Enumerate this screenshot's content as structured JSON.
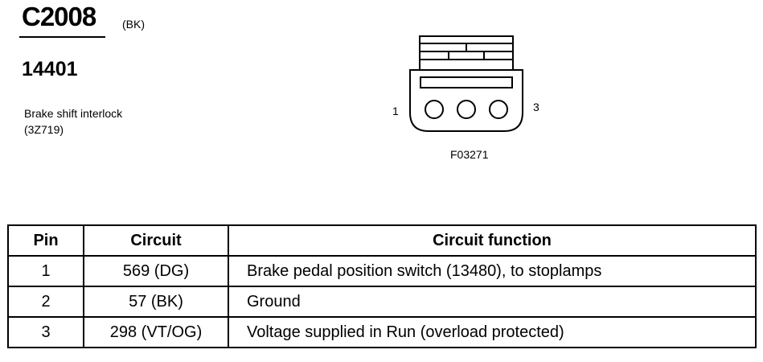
{
  "connector": {
    "id": "C2008",
    "color_code": "(BK)",
    "part_number": "14401",
    "description_line1": "Brake shift interlock",
    "description_line2": "(3Z719)"
  },
  "diagram": {
    "pin_first_label": "1",
    "pin_last_label": "3",
    "figure_id": "F03271"
  },
  "table": {
    "headers": [
      "Pin",
      "Circuit",
      "Circuit function"
    ],
    "rows": [
      [
        "1",
        "569 (DG)",
        "Brake pedal position switch (13480), to stoplamps"
      ],
      [
        "2",
        "57 (BK)",
        "Ground"
      ],
      [
        "3",
        "298 (VT/OG)",
        "Voltage supplied in Run (overload protected)"
      ]
    ]
  }
}
